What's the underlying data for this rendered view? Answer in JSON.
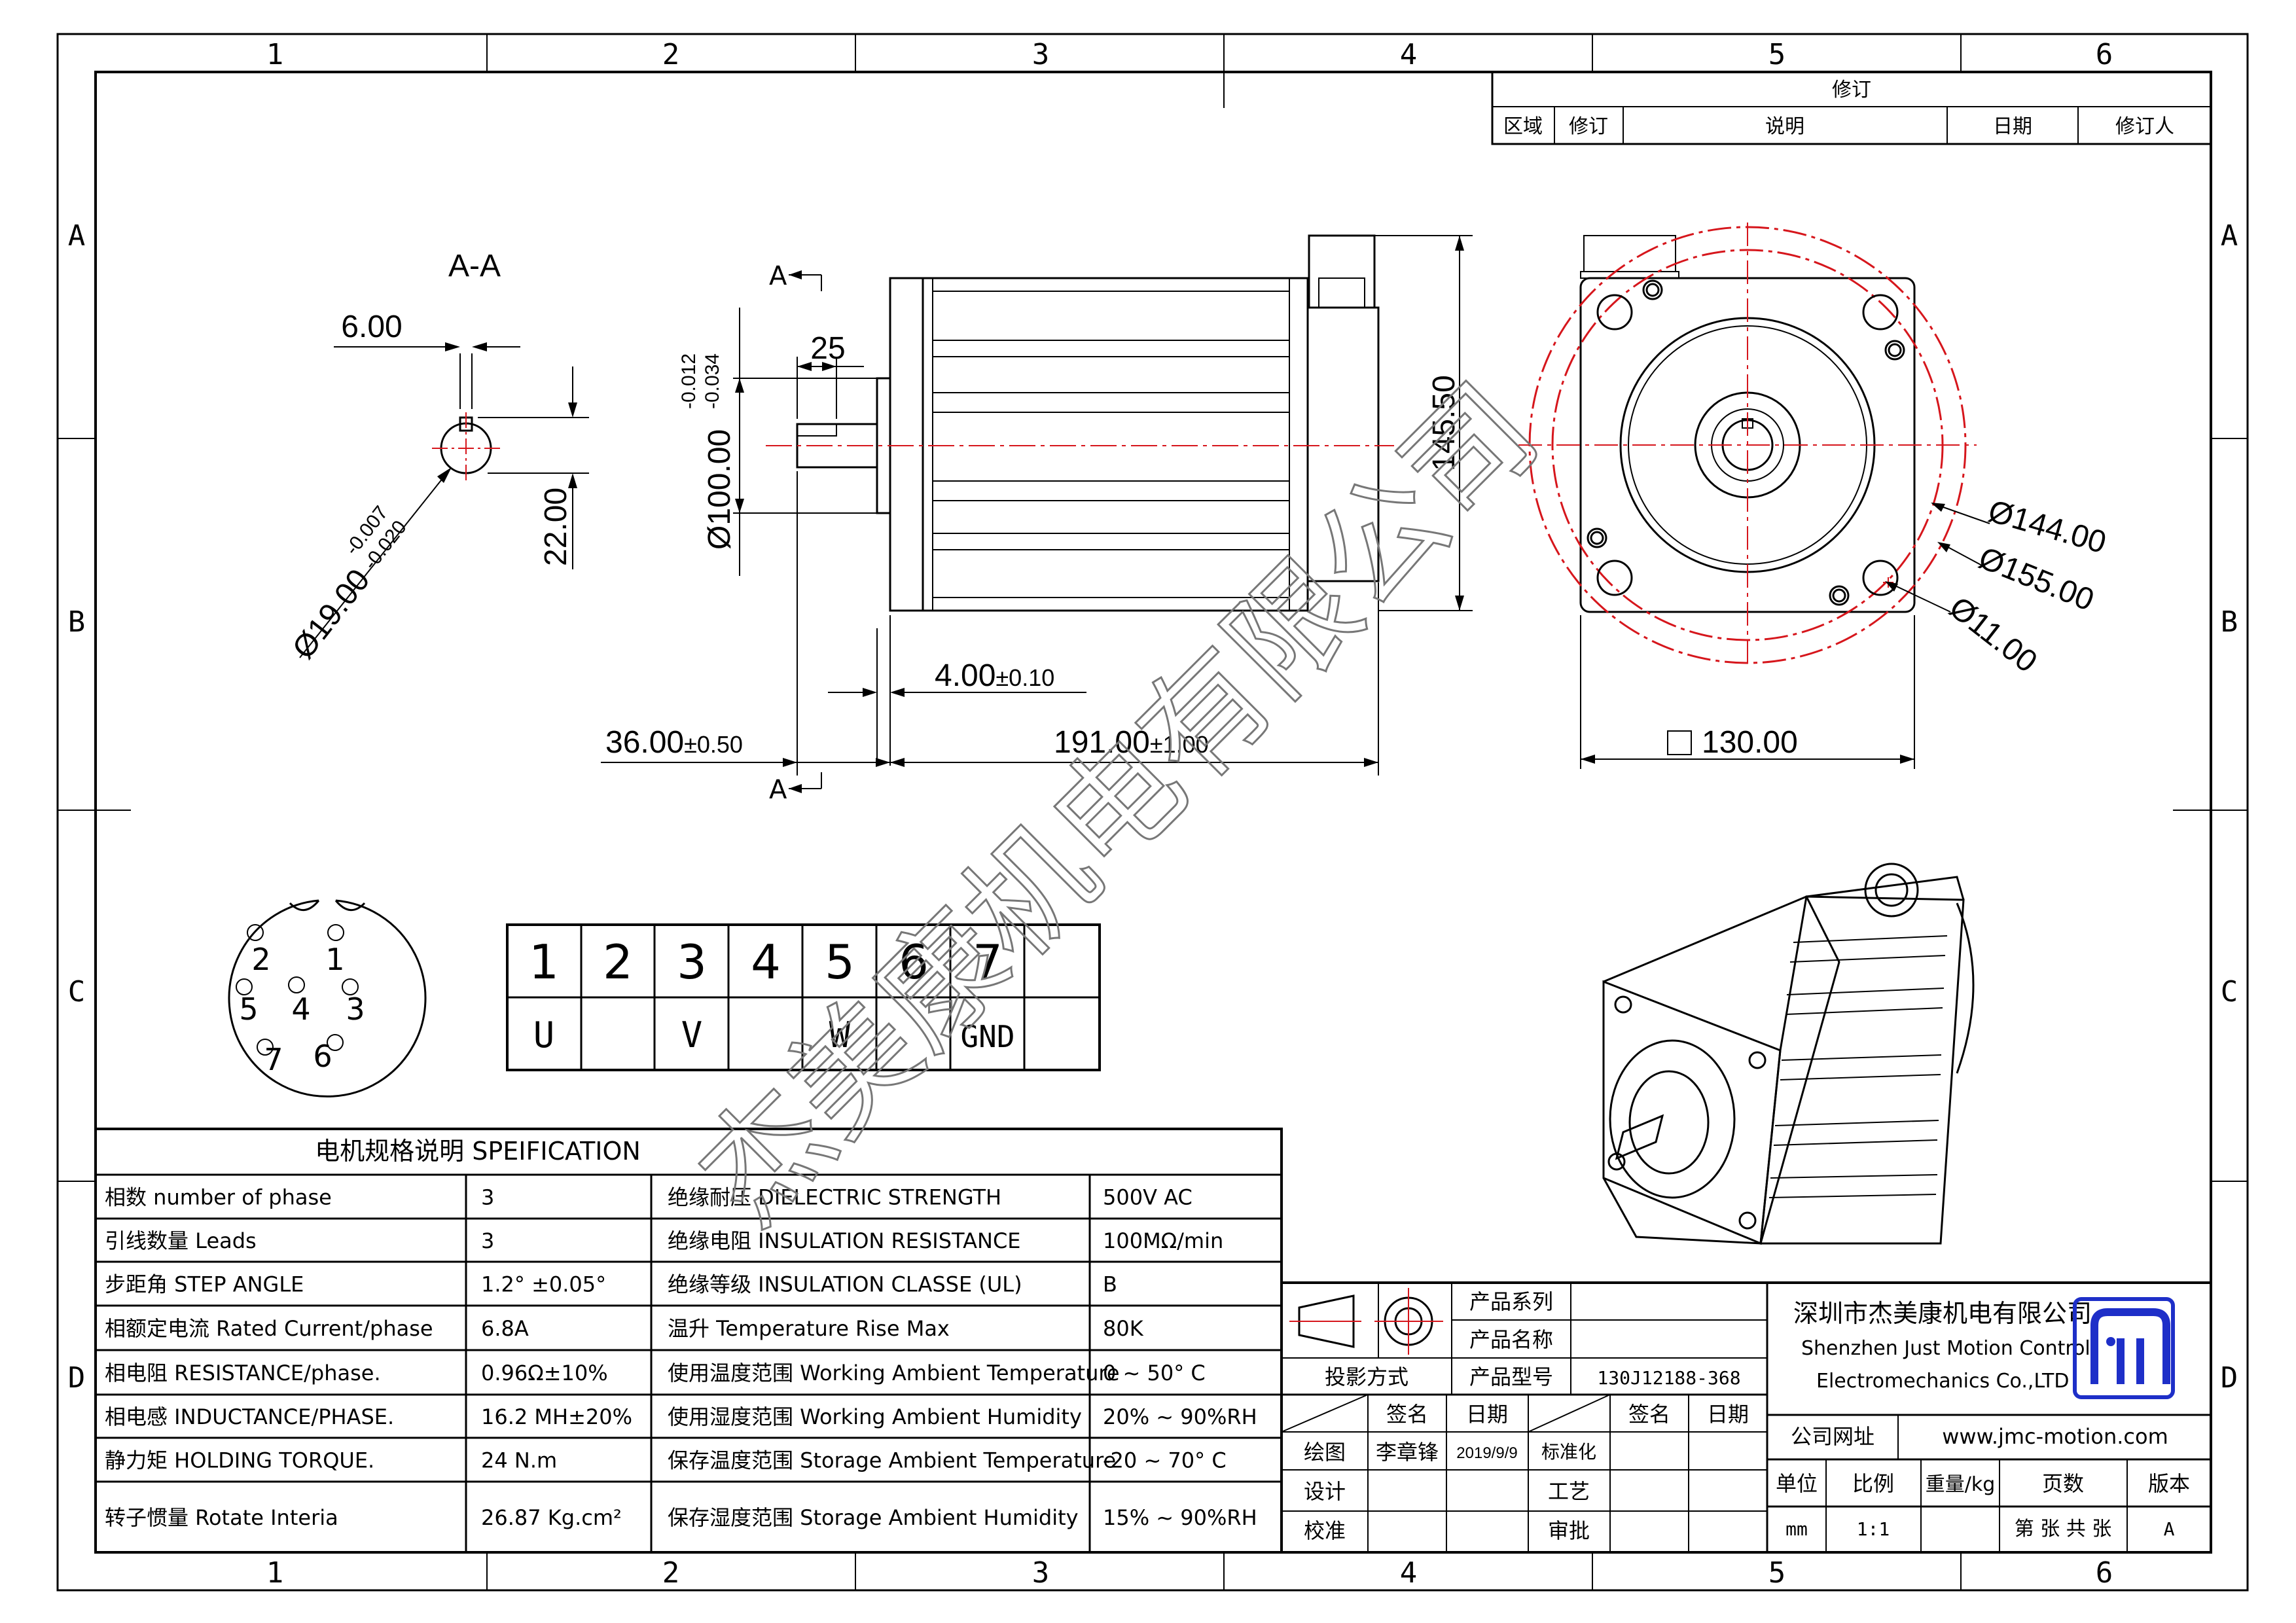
{
  "frame": {
    "columns": [
      "1",
      "2",
      "3",
      "4",
      "5",
      "6"
    ],
    "rows": [
      "A",
      "B",
      "C",
      "D"
    ]
  },
  "revision": {
    "title": "修订",
    "headers": [
      "区域",
      "修订",
      "说明",
      "日期",
      "修订人"
    ]
  },
  "section_view": {
    "title": "A-A",
    "key_width": "6.00",
    "key_height": "22.00",
    "shaft_diameter": "Ø19.00",
    "shaft_tol_upper": "-0.007",
    "shaft_tol_lower": "-0.020"
  },
  "side_view": {
    "section_mark": "A",
    "shaft_length": "25",
    "pilot_diameter": "Ø100.00",
    "pilot_tol_upper": "-0.012",
    "pilot_tol_lower": "-0.034",
    "height": "145.50",
    "flange_thickness": "4.00",
    "flange_thickness_tol": "±0.10",
    "shaft_extension": "36.00",
    "shaft_extension_tol": "±0.50",
    "body_length": "191.00",
    "body_length_tol": "±1.00"
  },
  "front_view": {
    "d1": "Ø144.00",
    "d2": "Ø155.00",
    "d3": "Ø11.00",
    "square": "130.00"
  },
  "connector": {
    "pins": [
      "1",
      "2",
      "3",
      "4",
      "5",
      "6",
      "7"
    ]
  },
  "pinout": {
    "numbers": [
      "1",
      "2",
      "3",
      "4",
      "5",
      "6",
      "7"
    ],
    "signals": [
      "U",
      "",
      "V",
      "",
      "W",
      "",
      "GND"
    ]
  },
  "spec": {
    "title": "电机规格说明 SPEIFICATION",
    "rows": [
      {
        "name": "相数 number of phase",
        "value": "3",
        "name2": "绝缘耐压 DIELECTRIC STRENGTH",
        "value2": "500V AC"
      },
      {
        "name": "引线数量 Leads",
        "value": "3",
        "name2": "绝缘电阻 INSULATION RESISTANCE",
        "value2": "100MΩ/min"
      },
      {
        "name": "步距角 STEP ANGLE",
        "value": "1.2° ±0.05°",
        "name2": "绝缘等级 INSULATION CLASSE (UL)",
        "value2": "B"
      },
      {
        "name": "相额定电流 Rated Current/phase",
        "value": "6.8A",
        "name2": "温升 Temperature Rise Max",
        "value2": "80K"
      },
      {
        "name": "相电阻 RESISTANCE/phase.",
        "value": "0.96Ω±10%",
        "name2": "使用温度范围 Working Ambient Temperature",
        "value2": "0 ~ 50° C"
      },
      {
        "name": "相电感 INDUCTANCE/PHASE.",
        "value": "16.2 MH±20%",
        "name2": "使用湿度范围 Working Ambient Humidity",
        "value2": "20% ~ 90%RH"
      },
      {
        "name": "静力矩 HOLDING TORQUE.",
        "value": "24 N.m",
        "name2": "保存温度范围 Storage Ambient Temperature",
        "value2": "-20 ~ 70° C"
      },
      {
        "name": "转子惯量 Rotate Interia",
        "value": "26.87 Kg.cm²",
        "name2": "保存湿度范围 Storage Ambient Humidity",
        "value2": "15% ~ 90%RH"
      }
    ]
  },
  "title_block": {
    "series_label": "产品系列",
    "name_label": "产品名称",
    "model_label": "产品型号",
    "model_value": "130J12188-368",
    "projection_label": "投影方式",
    "sign_label": "签名",
    "date_label": "日期",
    "draw_label": "绘图",
    "drawer": "李章锋",
    "draw_date": "2019/9/9",
    "std_label": "标准化",
    "design_label": "设计",
    "process_label": "工艺",
    "check_label": "校准",
    "approve_label": "审批",
    "company_cn": "深圳市杰美康机电有限公司",
    "company_en1": "Shenzhen Just Motion Control",
    "company_en2": "Electromechanics Co.,LTD",
    "website_label": "公司网址",
    "website": "www.jmc-motion.com",
    "unit_label": "单位",
    "scale_label": "比例",
    "weight_label": "重量/kg",
    "pages_label": "页数",
    "version_label": "版本",
    "unit_value": "mm",
    "scale_value": "1:1",
    "pages_value": "第 张 共 张",
    "version_value": "A"
  },
  "watermark": "杰美康机电有限公司",
  "colors": {
    "centerline": "#d6161c",
    "logo": "#1e2fc8"
  }
}
